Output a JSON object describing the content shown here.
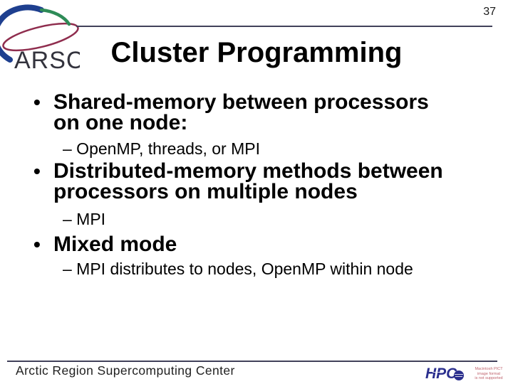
{
  "slide": {
    "page_number": "37",
    "title": "Cluster Programming",
    "bullet_char": "•",
    "content": {
      "items": [
        {
          "level": 1,
          "lines": [
            "Shared-memory between processors",
            "on one node:"
          ]
        },
        {
          "level": 2,
          "lines": [
            "– OpenMP, threads, or MPI"
          ]
        },
        {
          "level": 1,
          "lines": [
            "Distributed-memory methods between",
            "processors on multiple nodes"
          ]
        },
        {
          "level": 2,
          "lines": [
            "– MPI"
          ]
        },
        {
          "level": 1,
          "lines": [
            "Mixed mode"
          ]
        },
        {
          "level": 2,
          "lines": [
            "– MPI distributes to nodes, OpenMP within node"
          ]
        }
      ]
    },
    "footer": {
      "organization": "Arctic Region Supercomputing Center"
    },
    "logos": {
      "arsc_text": "ARSC",
      "hpc_text": "HPC",
      "pict_note_lines": [
        "Macintosh PICT",
        "image format",
        "is not supported"
      ]
    },
    "colors": {
      "rule": "#41415a",
      "arsc_navy": "#1e3f8f",
      "arsc_green": "#2e8b57",
      "arsc_crimson": "#8f2d4e",
      "hpc_blue": "#2b2f8e",
      "pict_red": "#c0646e"
    }
  }
}
